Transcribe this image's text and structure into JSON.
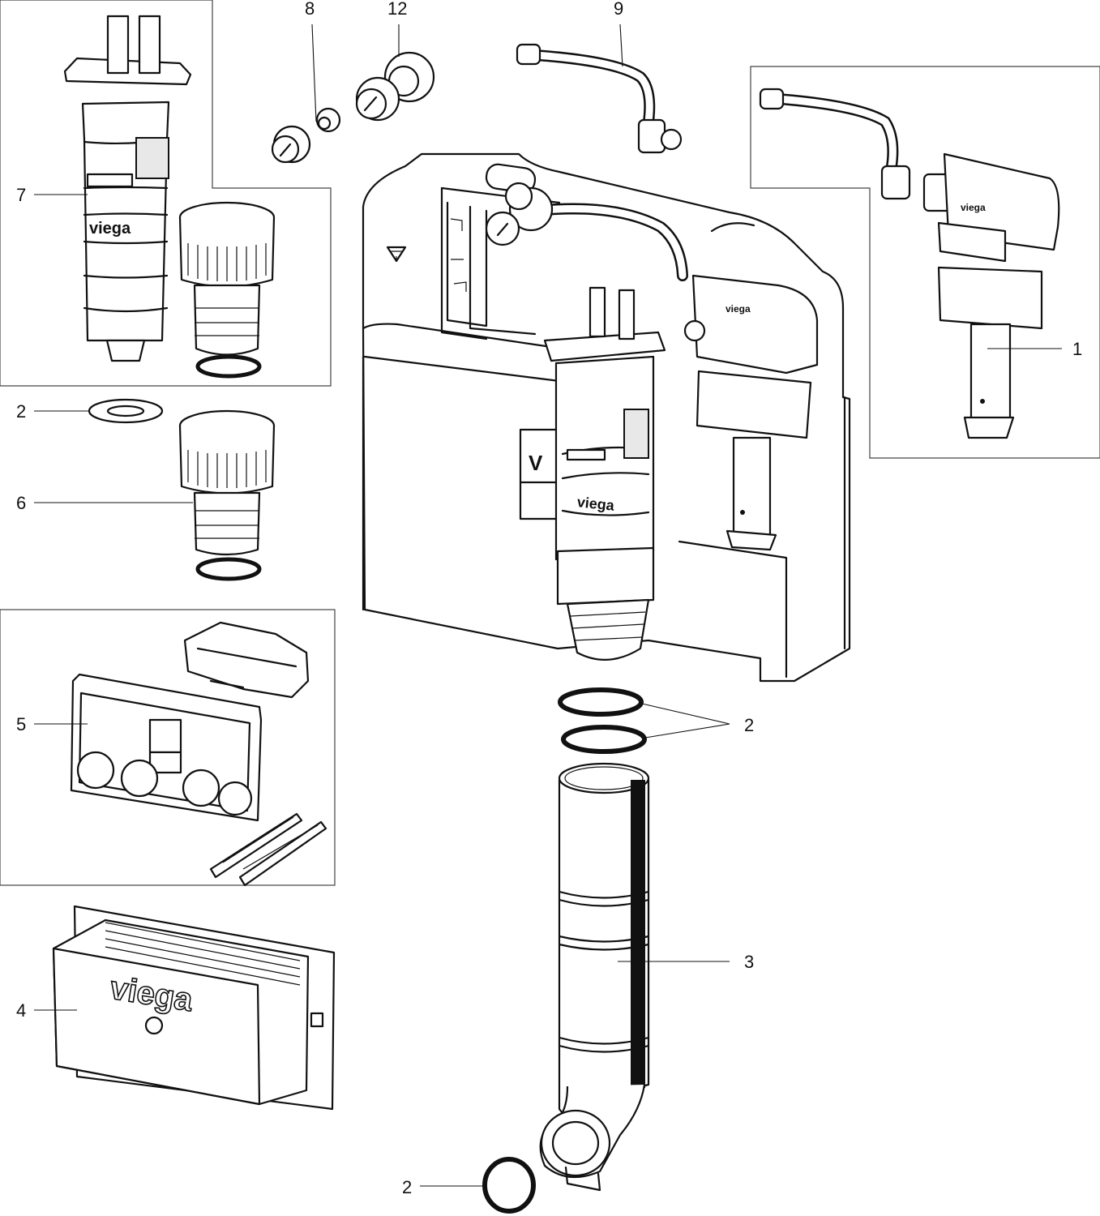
{
  "diagram": {
    "callouts": [
      {
        "id": "c1",
        "label": "1"
      },
      {
        "id": "c2a",
        "label": "2"
      },
      {
        "id": "c2b",
        "label": "2"
      },
      {
        "id": "c2c",
        "label": "2"
      },
      {
        "id": "c3",
        "label": "3"
      },
      {
        "id": "c4",
        "label": "4"
      },
      {
        "id": "c5",
        "label": "5"
      },
      {
        "id": "c6",
        "label": "6"
      },
      {
        "id": "c7",
        "label": "7"
      },
      {
        "id": "c8",
        "label": "8"
      },
      {
        "id": "c9",
        "label": "9"
      },
      {
        "id": "c12",
        "label": "12"
      }
    ],
    "brand_text": "viega",
    "fill_valve_brand": "viega"
  }
}
